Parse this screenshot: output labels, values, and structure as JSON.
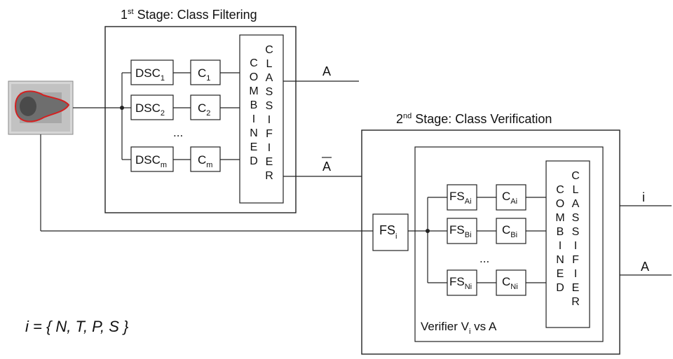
{
  "stage1": {
    "title_prefix": "1",
    "title_sup": "st",
    "title_rest": " Stage: Class Filtering",
    "dsc": [
      {
        "base": "DSC",
        "sub": "1"
      },
      {
        "base": "DSC",
        "sub": "2"
      },
      {
        "base": "DSC",
        "sub": "m"
      }
    ],
    "clf": [
      {
        "base": "C",
        "sub": "1"
      },
      {
        "base": "C",
        "sub": "2"
      },
      {
        "base": "C",
        "sub": "m"
      }
    ],
    "ellipsis": "...",
    "combined": "COMBINED",
    "classifier": "CLASSIFIER",
    "out_a": "A",
    "out_abar": "A"
  },
  "stage2": {
    "title_prefix": "2",
    "title_sup": "nd",
    "title_rest": " Stage: Class Verification",
    "fs_input": {
      "base": "FS",
      "sub": "i"
    },
    "fs": [
      {
        "base": "FS",
        "sub": "Ai"
      },
      {
        "base": "FS",
        "sub": "Bi"
      },
      {
        "base": "FS",
        "sub": "Ni"
      }
    ],
    "clf": [
      {
        "base": "C",
        "sub": "Ai"
      },
      {
        "base": "C",
        "sub": "Bi"
      },
      {
        "base": "C",
        "sub": "Ni"
      }
    ],
    "ellipsis": "...",
    "combined": "COMBINED",
    "classifier": "CLASSIFIER",
    "verifier_prefix": "Verifier V",
    "verifier_sub": "i",
    "verifier_suffix": " vs A",
    "out_i": "i",
    "out_a": "A"
  },
  "formula": "i = { N, T, P, S }"
}
